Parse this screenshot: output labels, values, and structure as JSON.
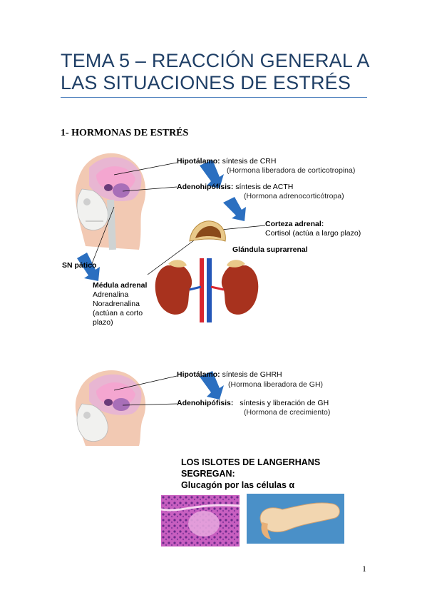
{
  "title_line1": "TEMA 5 – REACCIÓN GENERAL A",
  "title_line2": "LAS SITUACIONES DE ESTRÉS",
  "section_heading": "1- HORMONAS DE ESTRÉS",
  "figure1": {
    "hipotalamo_label": "Hipotálamo:",
    "hipotalamo_text": "síntesis de CRH",
    "hipotalamo_sub": "(Hormona liberadora de corticotropina)",
    "adeno_label": "Adenohipófisis:",
    "adeno_text": "síntesis de ACTH",
    "adeno_sub": "(Hormona adrenocorticótropa)",
    "corteza_label": "Corteza adrenal:",
    "corteza_text": "Cortisol (actúa a largo plazo)",
    "glandula_label": "Glándula suprarrenal",
    "sns_label": "SN        pático",
    "medula_label": "Médula adrenal",
    "medula_lines": [
      "Adrenalina",
      "Noradrenalina",
      "(actúan a corto",
      "plazo)"
    ]
  },
  "figure2": {
    "hipotalamo_label": "Hipotálamo:",
    "hipotalamo_text": "síntesis de GHRH",
    "hipotalamo_sub": "(Hormona liberadora de GH)",
    "adeno_label": "Adenohipófisis:",
    "adeno_text": "síntesis y liberación de GH",
    "adeno_sub": "(Hormona de crecimiento)"
  },
  "figure3": {
    "line1": "LOS ISLOTES DE LANGERHANS",
    "line2": "SEGREGAN:",
    "line3": "Glucagón por las células α"
  },
  "page_number": "1",
  "colors": {
    "title": "#1f3f66",
    "rule": "#4f81bd",
    "arrow": "#2b6fc0"
  }
}
